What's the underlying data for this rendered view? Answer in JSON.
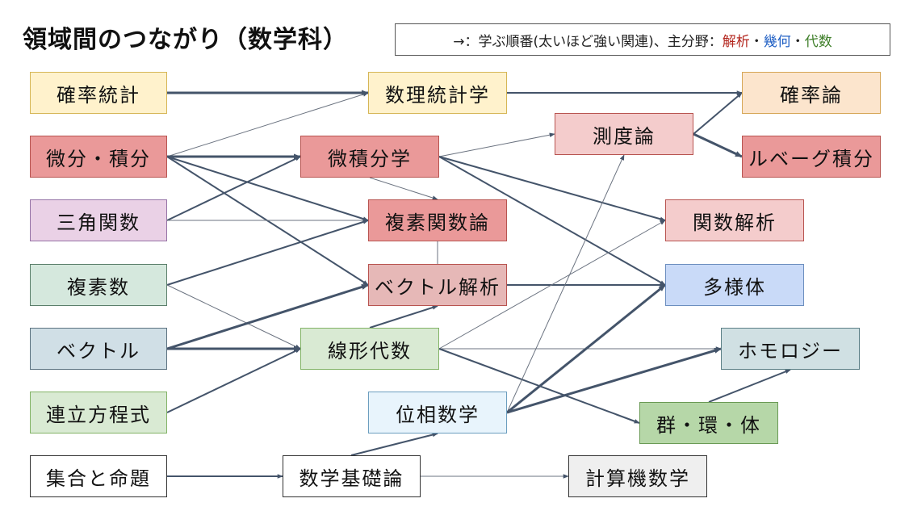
{
  "title": "領域間のつながり（数学科）",
  "legend": {
    "prefix": "→：学ぶ順番(太いほど強い関連)、主分野：",
    "fields": [
      {
        "label": "解析",
        "color": "#b3261e"
      },
      {
        "sep": "・"
      },
      {
        "label": "幾何",
        "color": "#1f5fc4"
      },
      {
        "sep": "・"
      },
      {
        "label": "代数",
        "color": "#3f7f2a"
      }
    ],
    "analysis": "解析",
    "geometry": "幾何",
    "algebra": "代数",
    "dot": "・"
  },
  "nodes": [
    {
      "id": "prob_stat",
      "label": "確率統計",
      "fill": "#fff2cc",
      "stroke": "#d6b656"
    },
    {
      "id": "calc",
      "label": "微分・積分",
      "fill": "#ea9999",
      "stroke": "#b85450"
    },
    {
      "id": "trig",
      "label": "三角関数",
      "fill": "#ead1e6",
      "stroke": "#9673a6"
    },
    {
      "id": "complex_num",
      "label": "複素数",
      "fill": "#d5e8dd",
      "stroke": "#5b7f6b"
    },
    {
      "id": "vector",
      "label": "ベクトル",
      "fill": "#d0dfe6",
      "stroke": "#5b7280"
    },
    {
      "id": "simul_eq",
      "label": "連立方程式",
      "fill": "#d9ead3",
      "stroke": "#82b366"
    },
    {
      "id": "sets_logic",
      "label": "集合と命題",
      "fill": "#ffffff",
      "stroke": "#333333"
    },
    {
      "id": "math_stat",
      "label": "数理統計学",
      "fill": "#fff2cc",
      "stroke": "#d6b656"
    },
    {
      "id": "calculus",
      "label": "微積分学",
      "fill": "#ea9999",
      "stroke": "#b85450"
    },
    {
      "id": "complex_analysis",
      "label": "複素関数論",
      "fill": "#ea9999",
      "stroke": "#b85450"
    },
    {
      "id": "vector_analysis",
      "label": "ベクトル解析",
      "fill": "#e6b8b7",
      "stroke": "#b85450"
    },
    {
      "id": "linear_algebra",
      "label": "線形代数",
      "fill": "#d9ead3",
      "stroke": "#82b366"
    },
    {
      "id": "topology",
      "label": "位相数学",
      "fill": "#e8f4fc",
      "stroke": "#6c9ebf"
    },
    {
      "id": "foundations",
      "label": "数学基礎論",
      "fill": "#ffffff",
      "stroke": "#333333"
    },
    {
      "id": "measure",
      "label": "測度論",
      "fill": "#f4cccc",
      "stroke": "#b85450"
    },
    {
      "id": "functional",
      "label": "関数解析",
      "fill": "#f4cccc",
      "stroke": "#b85450"
    },
    {
      "id": "manifold",
      "label": "多様体",
      "fill": "#c9daf8",
      "stroke": "#6c8ebf"
    },
    {
      "id": "probability",
      "label": "確率論",
      "fill": "#fce5cd",
      "stroke": "#d6a656"
    },
    {
      "id": "lebesgue",
      "label": "ルベーグ積分",
      "fill": "#ea9999",
      "stroke": "#b85450"
    },
    {
      "id": "homology",
      "label": "ホモロジー",
      "fill": "#d0e0e3",
      "stroke": "#5b7f86"
    },
    {
      "id": "algebra",
      "label": "群・環・体",
      "fill": "#b6d7a8",
      "stroke": "#6a9a55"
    },
    {
      "id": "computer_math",
      "label": "計算機数学",
      "fill": "#efefef",
      "stroke": "#333333"
    }
  ],
  "edges": [
    {
      "from": "prob_stat",
      "to": "math_stat",
      "weight": "strong"
    },
    {
      "from": "calc",
      "to": "math_stat",
      "weight": "weak"
    },
    {
      "from": "calc",
      "to": "calculus",
      "weight": "strong"
    },
    {
      "from": "calc",
      "to": "complex_analysis",
      "weight": "medium"
    },
    {
      "from": "calc",
      "to": "vector_analysis",
      "weight": "medium"
    },
    {
      "from": "trig",
      "to": "calculus",
      "weight": "medium"
    },
    {
      "from": "trig",
      "to": "complex_analysis",
      "weight": "weak"
    },
    {
      "from": "complex_num",
      "to": "complex_analysis",
      "weight": "medium"
    },
    {
      "from": "complex_num",
      "to": "linear_algebra",
      "weight": "weak"
    },
    {
      "from": "vector",
      "to": "vector_analysis",
      "weight": "strong"
    },
    {
      "from": "vector",
      "to": "linear_algebra",
      "weight": "strong"
    },
    {
      "from": "simul_eq",
      "to": "linear_algebra",
      "weight": "medium"
    },
    {
      "from": "sets_logic",
      "to": "foundations",
      "weight": "medium"
    },
    {
      "from": "math_stat",
      "to": "probability",
      "weight": "medium"
    },
    {
      "from": "calculus",
      "to": "measure",
      "weight": "weak"
    },
    {
      "from": "calculus",
      "to": "complex_analysis",
      "weight": "weak"
    },
    {
      "from": "calculus",
      "to": "functional",
      "weight": "medium"
    },
    {
      "from": "calculus",
      "to": "manifold",
      "weight": "medium"
    },
    {
      "from": "complex_analysis",
      "to": "vector_analysis",
      "weight": "line"
    },
    {
      "from": "vector_analysis",
      "to": "manifold",
      "weight": "medium"
    },
    {
      "from": "linear_algebra",
      "to": "vector_analysis",
      "weight": "medium"
    },
    {
      "from": "linear_algebra",
      "to": "functional",
      "weight": "weak"
    },
    {
      "from": "linear_algebra",
      "to": "homology",
      "weight": "weak"
    },
    {
      "from": "linear_algebra",
      "to": "algebra",
      "weight": "medium"
    },
    {
      "from": "topology",
      "to": "measure",
      "weight": "weak"
    },
    {
      "from": "topology",
      "to": "manifold",
      "weight": "strong"
    },
    {
      "from": "topology",
      "to": "homology",
      "weight": "strong"
    },
    {
      "from": "foundations",
      "to": "topology",
      "weight": "medium"
    },
    {
      "from": "foundations",
      "to": "computer_math",
      "weight": "weak"
    },
    {
      "from": "measure",
      "to": "probability",
      "weight": "medium"
    },
    {
      "from": "measure",
      "to": "lebesgue",
      "weight": "strong"
    },
    {
      "from": "algebra",
      "to": "homology",
      "weight": "medium"
    }
  ],
  "colors": {
    "arrow": "#44546a",
    "arrow_weak": "#6b7380"
  }
}
